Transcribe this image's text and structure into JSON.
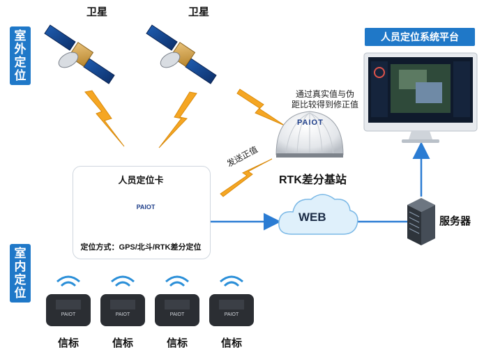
{
  "outdoor_tag": [
    "室",
    "外",
    "定",
    "位"
  ],
  "indoor_tag": [
    "室",
    "内",
    "定",
    "位"
  ],
  "satellites": [
    {
      "label": "卫星"
    },
    {
      "label": "卫星"
    }
  ],
  "base_station": {
    "label": "RTK差分基站",
    "brand": "PAIOT",
    "note_line1": "通过真实值与伪",
    "note_line2": "距比较得到修正值"
  },
  "send_value_label": "发送正值",
  "card": {
    "title": "人员定位卡",
    "brand": "PAIOT",
    "positioning_mode": "定位方式：GPS/北斗/RTK差分定位"
  },
  "web_label": "WEB",
  "server_label": "服务器",
  "platform_title": "人员定位系统平台",
  "beacons": [
    {
      "label": "信标",
      "brand": "PAIOT"
    },
    {
      "label": "信标",
      "brand": "PAIOT"
    },
    {
      "label": "信标",
      "brand": "PAIOT"
    },
    {
      "label": "信标",
      "brand": "PAIOT"
    }
  ],
  "colors": {
    "accent_blue": "#1f78c8",
    "lightning": "#f5a623",
    "arrow_blue": "#2b7cd3"
  }
}
